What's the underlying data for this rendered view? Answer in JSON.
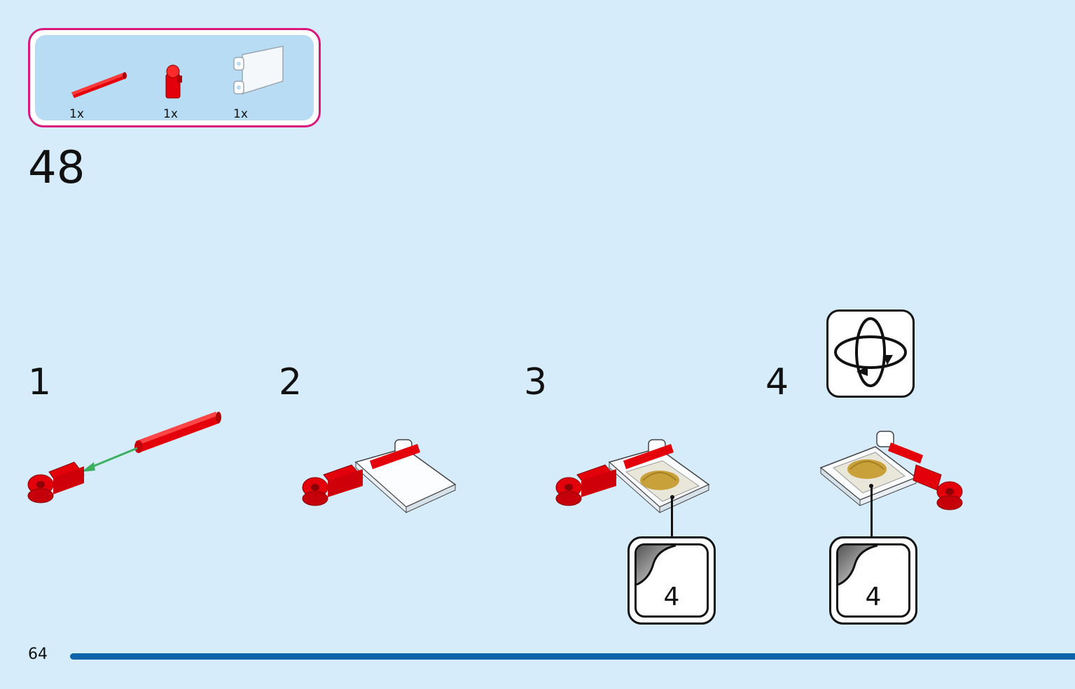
{
  "parts": [
    {
      "name": "red-bar",
      "qty": "1x"
    },
    {
      "name": "red-clip",
      "qty": "1x"
    },
    {
      "name": "white-flag",
      "qty": "1x"
    }
  ],
  "step_number": "48",
  "substeps": [
    {
      "number": "1"
    },
    {
      "number": "2"
    },
    {
      "number": "3",
      "sticker": "4"
    },
    {
      "number": "4",
      "sticker": "4"
    }
  ],
  "page_number": "64",
  "colors": {
    "background": "#d6ecfa",
    "parts_border": "#d8187c",
    "parts_fill": "#b9dcf5",
    "brick_red": "#e3000b",
    "progress_bar": "#0e64a8",
    "arrow_green": "#3cb060",
    "shell_gold": "#c9a13a"
  },
  "icons": [
    "rotate-model-icon",
    "sticker-icon"
  ]
}
